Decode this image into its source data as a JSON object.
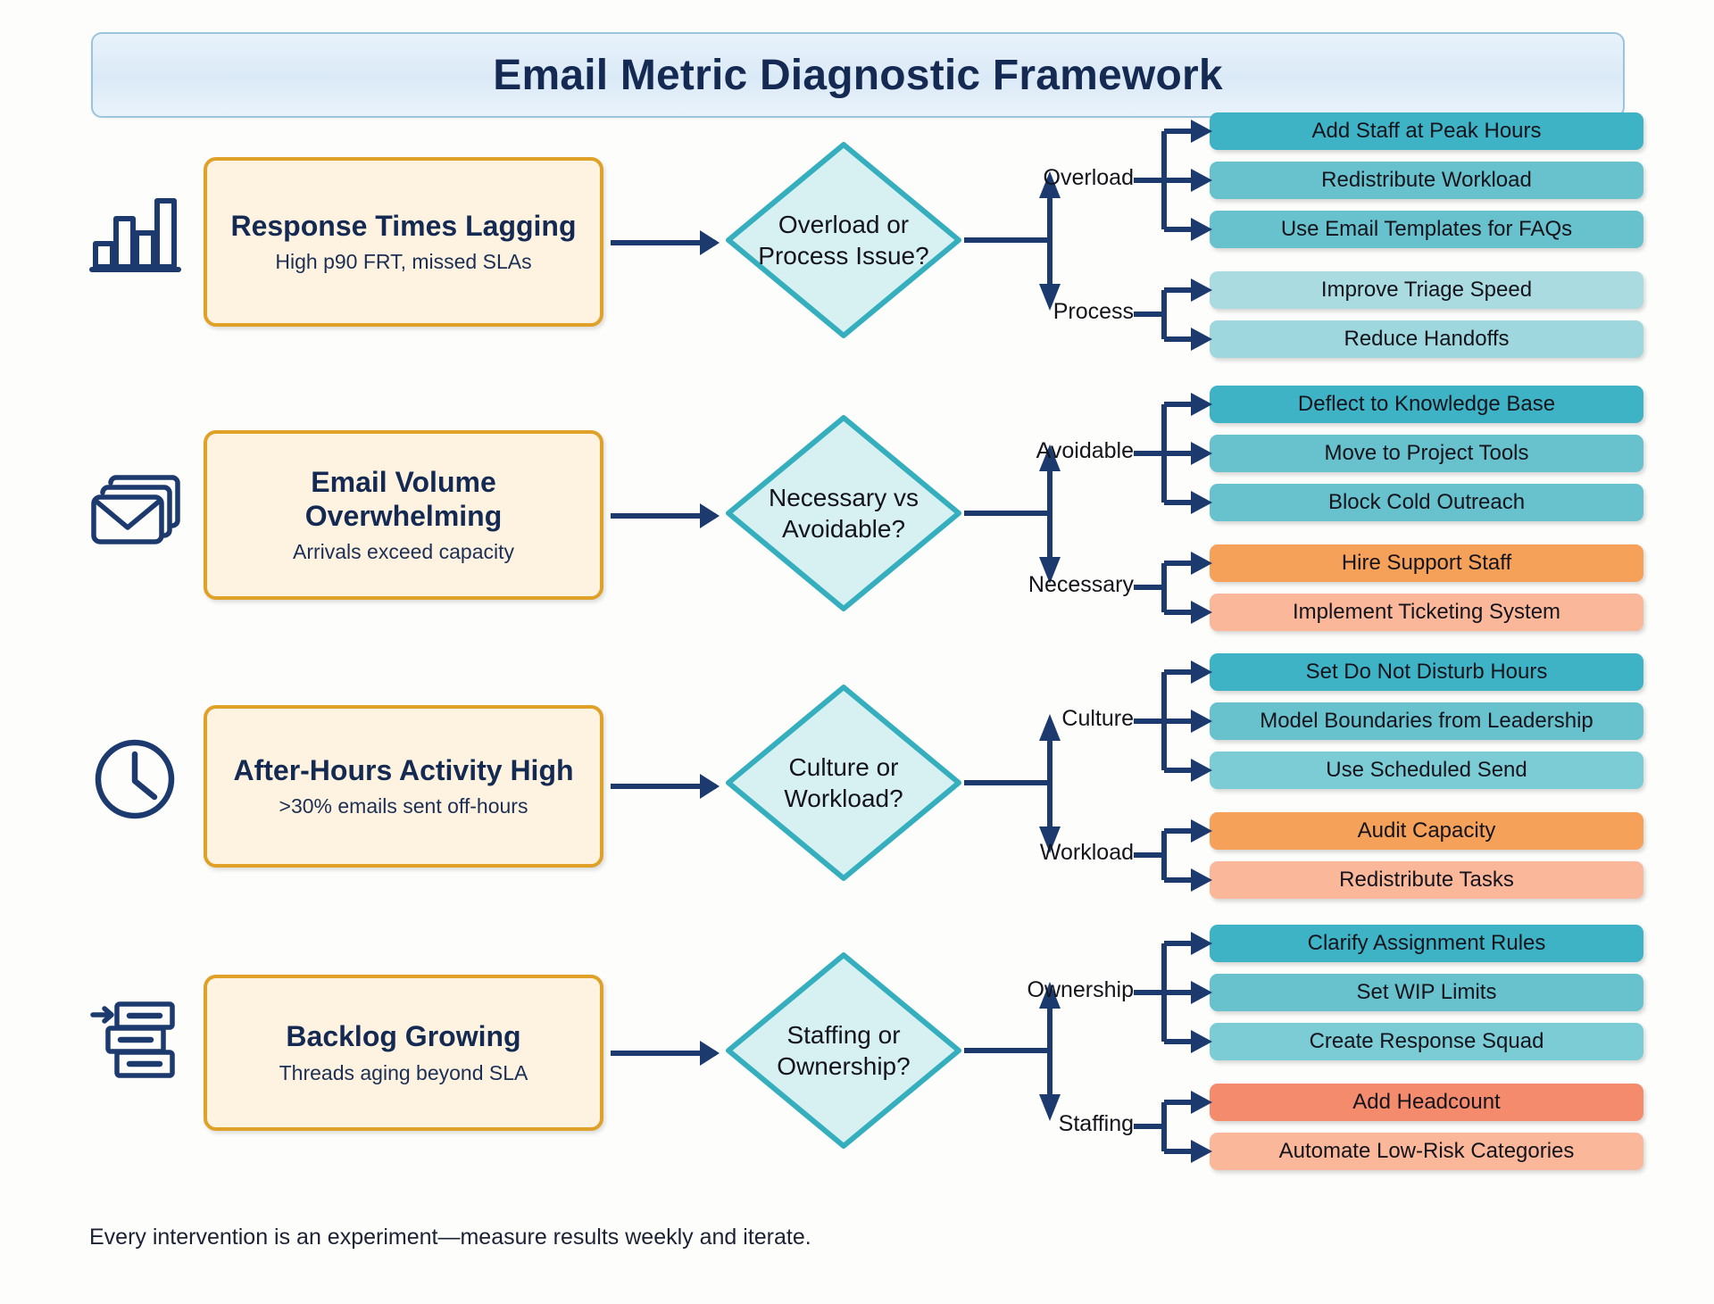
{
  "title": "Email Metric Diagnostic Framework",
  "footer": "Every intervention is an experiment—measure results weekly and iterate.",
  "colors": {
    "banner_bg": "#e4effa",
    "banner_border": "#9cc4dd",
    "title_text": "#152a52",
    "card_bg": "#fdf3e0",
    "card_border": "#e0a128",
    "diamond_fill": "#d7f0f2",
    "diamond_stroke": "#35aebd",
    "arrow": "#1c3a6e",
    "teal_dark": "#3fb3c6",
    "teal_mid": "#68c2cd",
    "teal_light": "#9ed7dd",
    "teal_pale": "#b6e1e4",
    "orange_dark": "#f5a15a",
    "orange_mid": "#f9a57a",
    "orange_light": "#fbb79a",
    "salmon": "#f58b6d"
  },
  "rows": [
    {
      "icon": "bar-chart-icon",
      "problem_title": "Response Times Lagging",
      "problem_subtitle": "High p90 FRT, missed SLAs",
      "decision": "Overload or Process Issue?",
      "branch_top_label": "Overload",
      "branch_bottom_label": "Process",
      "top_outcomes": [
        {
          "label": "Add Staff at Peak Hours",
          "color": "#3fb3c6"
        },
        {
          "label": "Redistribute Workload",
          "color": "#68c2cd"
        },
        {
          "label": "Use Email Templates for FAQs",
          "color": "#68c2cd"
        }
      ],
      "bottom_outcomes": [
        {
          "label": "Improve Triage Speed",
          "color": "#a9dbe0"
        },
        {
          "label": "Reduce Handoffs",
          "color": "#9ed7dd"
        }
      ]
    },
    {
      "icon": "stacked-envelopes-icon",
      "problem_title": "Email Volume Overwhelming",
      "problem_subtitle": "Arrivals exceed capacity",
      "decision": "Necessary vs Avoidable?",
      "branch_top_label": "Avoidable",
      "branch_bottom_label": "Necessary",
      "top_outcomes": [
        {
          "label": "Deflect to Knowledge Base",
          "color": "#3fb3c6"
        },
        {
          "label": "Move to Project Tools",
          "color": "#68c2cd"
        },
        {
          "label": "Block Cold Outreach",
          "color": "#68c2cd"
        }
      ],
      "bottom_outcomes": [
        {
          "label": "Hire Support Staff",
          "color": "#f5a15a"
        },
        {
          "label": "Implement Ticketing System",
          "color": "#fbb79a"
        }
      ]
    },
    {
      "icon": "clock-icon",
      "problem_title": "After-Hours Activity High",
      "problem_subtitle": ">30% emails sent off-hours",
      "decision": "Culture or Workload?",
      "branch_top_label": "Culture",
      "branch_bottom_label": "Workload",
      "top_outcomes": [
        {
          "label": "Set Do Not Disturb Hours",
          "color": "#3fb3c6"
        },
        {
          "label": "Model Boundaries from Leadership",
          "color": "#68c2cd"
        },
        {
          "label": "Use Scheduled Send",
          "color": "#7cccd6"
        }
      ],
      "bottom_outcomes": [
        {
          "label": "Audit Capacity",
          "color": "#f5a15a"
        },
        {
          "label": "Redistribute Tasks",
          "color": "#fbb79a"
        }
      ]
    },
    {
      "icon": "backlog-queue-icon",
      "problem_title": "Backlog Growing",
      "problem_subtitle": "Threads aging beyond SLA",
      "decision": "Staffing or Ownership?",
      "branch_top_label": "Ownership",
      "branch_bottom_label": "Staffing",
      "top_outcomes": [
        {
          "label": "Clarify Assignment Rules",
          "color": "#3fb3c6"
        },
        {
          "label": "Set WIP Limits",
          "color": "#68c2cd"
        },
        {
          "label": "Create Response Squad",
          "color": "#7cccd6"
        }
      ],
      "bottom_outcomes": [
        {
          "label": "Add Headcount",
          "color": "#f58b6d"
        },
        {
          "label": "Automate Low-Risk Categories",
          "color": "#fbb79a"
        }
      ]
    }
  ]
}
